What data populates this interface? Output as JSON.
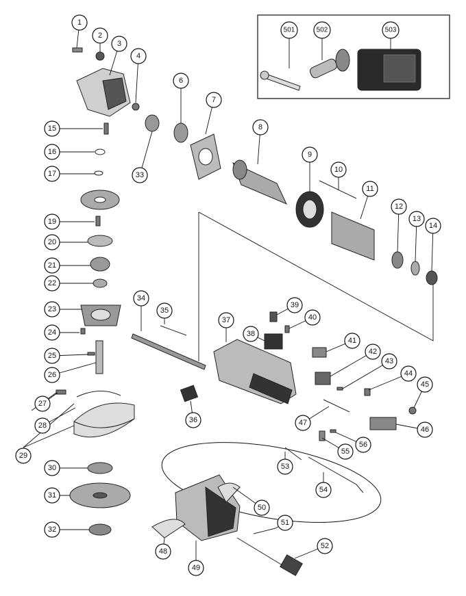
{
  "diagram": {
    "callouts": [
      "1",
      "2",
      "3",
      "4",
      "6",
      "7",
      "8",
      "9",
      "10",
      "11",
      "12",
      "13",
      "14",
      "15",
      "16",
      "17",
      "19",
      "20",
      "21",
      "22",
      "23",
      "24",
      "25",
      "26",
      "27",
      "28",
      "29",
      "30",
      "31",
      "32",
      "33",
      "34",
      "35",
      "36",
      "37",
      "38",
      "39",
      "40",
      "41",
      "42",
      "43",
      "44",
      "45",
      "46",
      "47",
      "48",
      "49",
      "50",
      "51",
      "52",
      "53",
      "54",
      "55",
      "56",
      "501",
      "502",
      "503"
    ]
  }
}
